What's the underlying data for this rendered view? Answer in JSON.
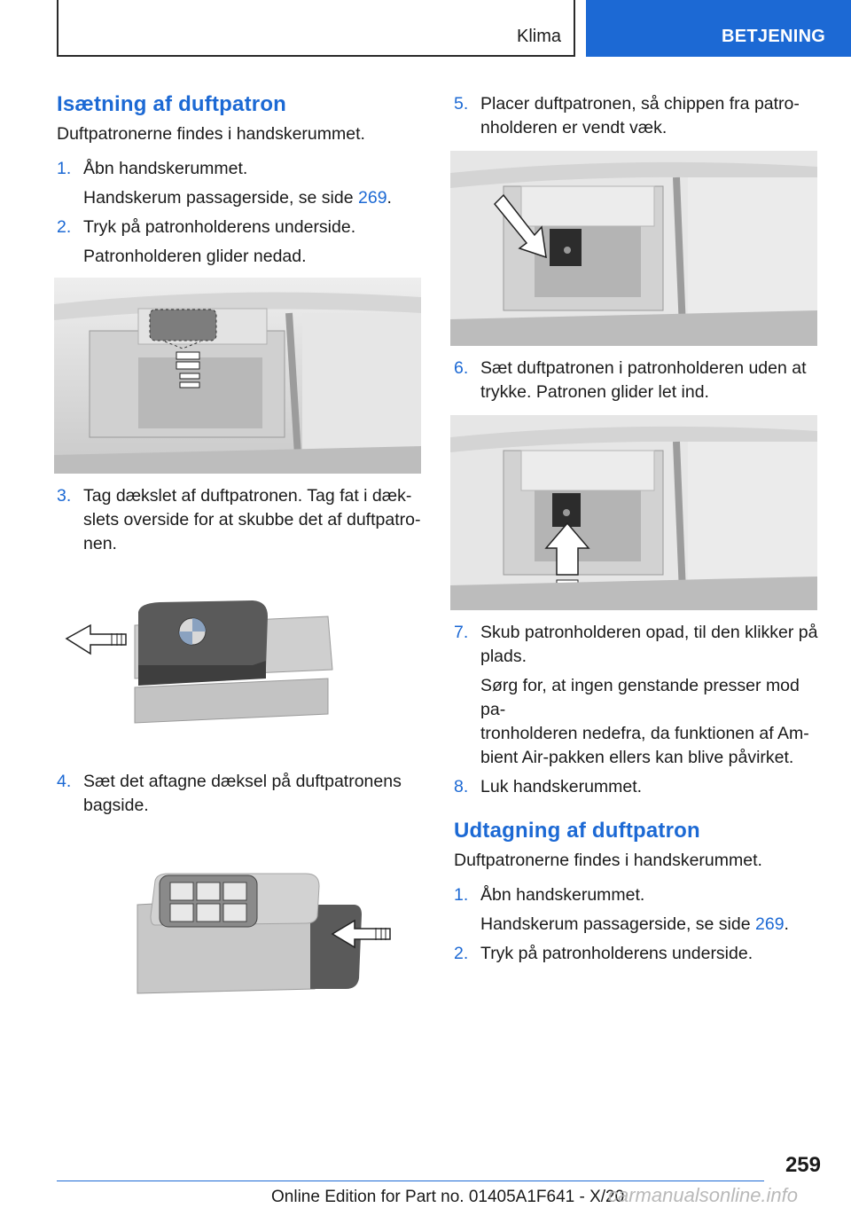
{
  "header": {
    "section": "Klima",
    "chapter": "BETJENING"
  },
  "left": {
    "heading": "Isætning af duftpatron",
    "intro": "Duftpatronerne findes i handskerummet.",
    "steps": [
      {
        "num": "1.",
        "text": "Åbn handskerummet.",
        "sub_pre": "Handskerum passagerside, se side ",
        "sub_link": "269",
        "sub_post": "."
      },
      {
        "num": "2.",
        "text": "Tryk på patronholderens underside.",
        "sub": "Patronholderen glider nedad."
      },
      {
        "num": "3.",
        "lines": [
          "Tag dækslet af duftpatronen. Tag fat i dæk-",
          "slets overside for at skubbe det af duftpatro-",
          "nen."
        ]
      },
      {
        "num": "4.",
        "lines": [
          "Sæt det aftagne dæksel på duftpatronens",
          "bagside."
        ]
      }
    ]
  },
  "right": {
    "steps": [
      {
        "num": "5.",
        "lines": [
          "Placer duftpatronen, så chippen fra patro-",
          "nholderen er vendt væk."
        ]
      },
      {
        "num": "6.",
        "lines": [
          "Sæt duftpatronen i patronholderen uden at",
          "trykke. Patronen glider let ind."
        ]
      },
      {
        "num": "7.",
        "lines": [
          "Skub patronholderen opad, til den klikker på",
          "plads."
        ],
        "sub_lines": [
          "Sørg for, at ingen genstande presser mod pa-",
          "tronholderen nedefra, da funktionen af Am-",
          "bient Air-pakken ellers kan blive påvirket."
        ]
      },
      {
        "num": "8.",
        "text": "Luk handskerummet."
      }
    ],
    "heading": "Udtagning af duftpatron",
    "intro": "Duftpatronerne findes i handskerummet.",
    "steps2": [
      {
        "num": "1.",
        "text": "Åbn handskerummet.",
        "sub_pre": "Handskerum passagerside, se side ",
        "sub_link": "269",
        "sub_post": "."
      },
      {
        "num": "2.",
        "text": "Tryk på patronholderens underside."
      }
    ]
  },
  "footer": {
    "page_number": "259",
    "edition": "Online Edition for Part no. 01405A1F641 - X/20",
    "watermark": "carmanualsonline.info"
  },
  "colors": {
    "accent": "#1c69d4",
    "text": "#1a1a1a"
  }
}
